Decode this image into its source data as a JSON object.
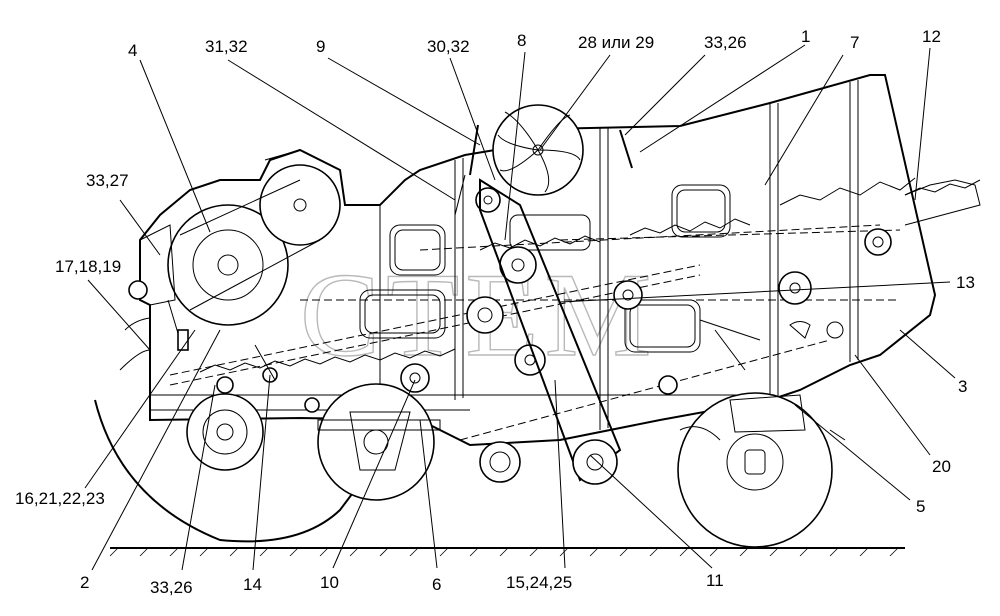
{
  "watermark": "СТЕМ",
  "callouts": [
    {
      "id": "4",
      "text": "4"
    },
    {
      "id": "31-32",
      "text": "31,32"
    },
    {
      "id": "9",
      "text": "9"
    },
    {
      "id": "30-32",
      "text": "30,32"
    },
    {
      "id": "8",
      "text": "8"
    },
    {
      "id": "28-or-29",
      "text": "28 или 29"
    },
    {
      "id": "33-26-top",
      "text": "33,26"
    },
    {
      "id": "1",
      "text": "1"
    },
    {
      "id": "7",
      "text": "7"
    },
    {
      "id": "12",
      "text": "12"
    },
    {
      "id": "33-27",
      "text": "33,27"
    },
    {
      "id": "17-18-19",
      "text": "17,18,19"
    },
    {
      "id": "13",
      "text": "13"
    },
    {
      "id": "3",
      "text": "3"
    },
    {
      "id": "20",
      "text": "20"
    },
    {
      "id": "5",
      "text": "5"
    },
    {
      "id": "16-21-22-23",
      "text": "16,21,22,23"
    },
    {
      "id": "2",
      "text": "2"
    },
    {
      "id": "33-26-bottom",
      "text": "33,26"
    },
    {
      "id": "14",
      "text": "14"
    },
    {
      "id": "10",
      "text": "10"
    },
    {
      "id": "6",
      "text": "6"
    },
    {
      "id": "15-24-25",
      "text": "15,24,25"
    },
    {
      "id": "11",
      "text": "11"
    }
  ]
}
